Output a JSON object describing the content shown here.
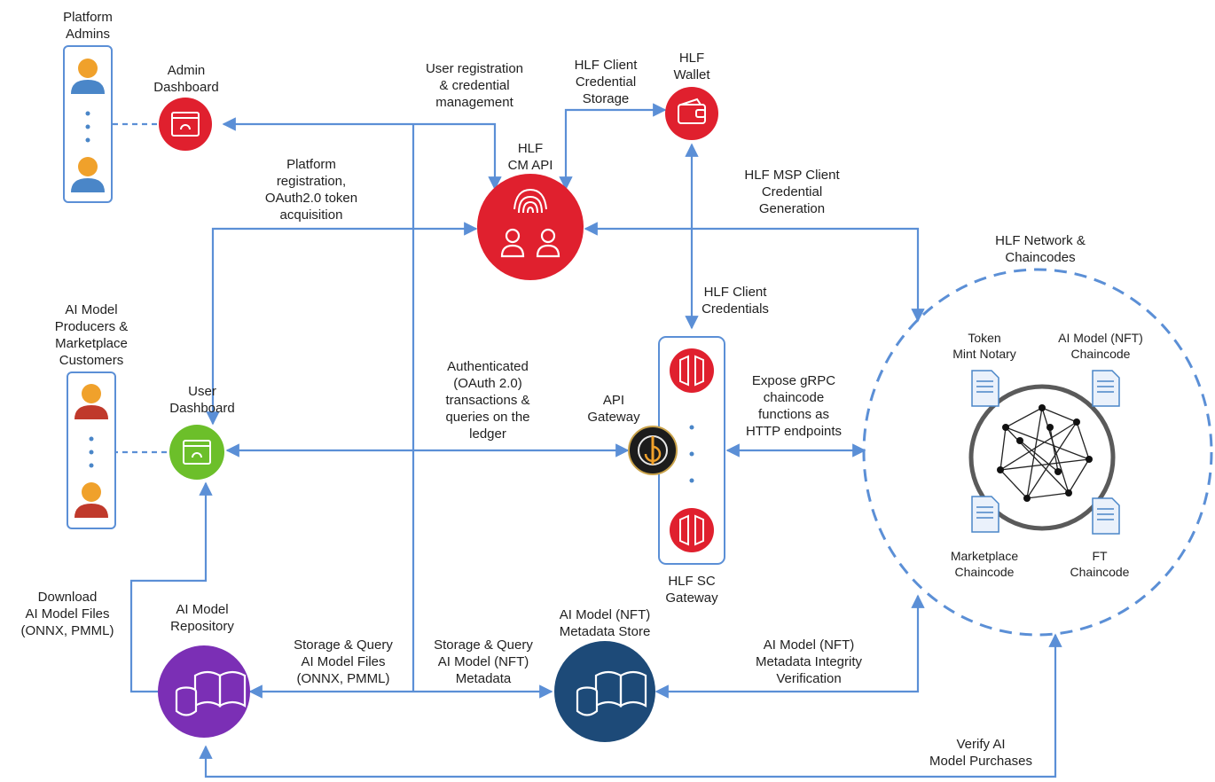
{
  "actors": {
    "platform_admins": "Platform\nAdmins",
    "producers_customers": "AI Model\nProducers &\nMarketplace\nCustomers"
  },
  "nodes": {
    "admin_dashboard": "Admin\nDashboard",
    "user_dashboard": "User\nDashboard",
    "hlf_cm_api": "HLF\nCM API",
    "hlf_wallet": "HLF\nWallet",
    "api_gateway": "API\nGateway",
    "hlf_sc_gateway": "HLF SC\nGateway",
    "ai_model_repository": "AI Model\nRepository",
    "nft_metadata_store": "AI Model (NFT)\nMetadata Store",
    "hlf_network": "HLF Network &\nChaincodes"
  },
  "chaincodes": {
    "token_mint_notary": "Token\nMint Notary",
    "ai_model_nft": "AI Model (NFT)\nChaincode",
    "marketplace": "Marketplace\nChaincode",
    "ft": "FT\nChaincode"
  },
  "edges": {
    "user_registration": "User registration\n& credential\nmanagement",
    "client_credential_storage": "HLF Client\nCredential\nStorage",
    "msp_credential_generation": "HLF MSP Client\nCredential\nGeneration",
    "platform_registration": "Platform\nregistration,\nOAuth2.0 token\nacquisition",
    "client_credentials": "HLF Client\nCredentials",
    "authenticated_transactions": "Authenticated\n(OAuth 2.0)\ntransactions &\nqueries on the\nledger",
    "expose_grpc": "Expose gRPC\nchaincode\nfunctions as\nHTTP endpoints",
    "download_files": "Download\nAI Model Files\n(ONNX, PMML)",
    "storage_query_files": "Storage & Query\nAI Model Files\n(ONNX, PMML)",
    "storage_query_metadata": "Storage & Query\nAI Model (NFT)\nMetadata",
    "metadata_integrity": "AI Model (NFT)\nMetadata Integrity\nVerification",
    "verify_purchases": "Verify AI\nModel Purchases"
  },
  "colors": {
    "line": "#5b8fd6",
    "hlf_red": "#e0202e",
    "user_green": "#6cbf2a",
    "repo_purple": "#7b2fb5",
    "store_navy": "#1d4a78",
    "admin_icon": "#4a86c8",
    "customer_icon": "#c0392b"
  }
}
